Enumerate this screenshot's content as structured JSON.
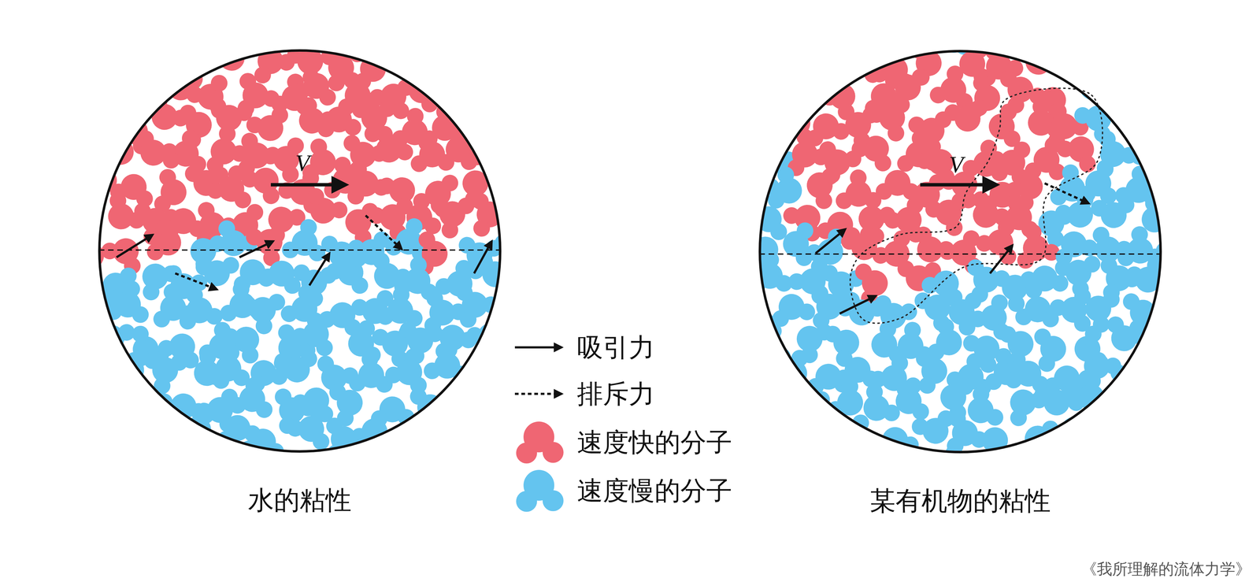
{
  "diagram": {
    "nodes": [
      {
        "text": [
          "V",
          "水的粘性"
        ]
      },
      {
        "text": [
          "V",
          "某有机物的粘性"
        ]
      }
    ],
    "labels": [
      "《我所理解的流体力学》"
    ],
    "legend": [
      {
        "text": "吸引力"
      },
      {
        "text": "排斥力"
      },
      {
        "text": "速度快的分子",
        "color": "#ef6673"
      },
      {
        "text": "速度慢的分子",
        "color": "#64c4ef"
      }
    ]
  }
}
